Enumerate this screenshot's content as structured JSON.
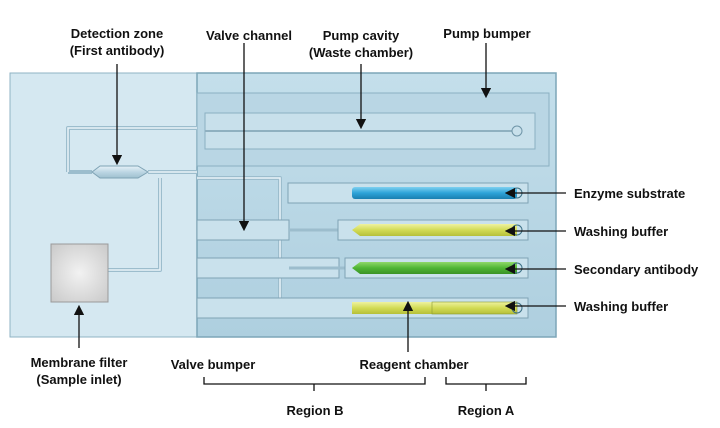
{
  "labels": {
    "detection_zone": [
      "Detection zone",
      "(First antibody)"
    ],
    "valve_channel": "Valve channel",
    "pump_cavity": [
      "Pump cavity",
      "(Waste chamber)"
    ],
    "pump_bumper": "Pump bumper",
    "enzyme_substrate": "Enzyme substrate",
    "washing_buffer_1": "Washing buffer",
    "secondary_antibody": "Secondary antibody",
    "washing_buffer_2": "Washing buffer",
    "membrane_filter": [
      "Membrane filter",
      "(Sample inlet)"
    ],
    "valve_bumper": "Valve bumper",
    "reagent_chamber": "Reagent chamber",
    "region_b": "Region B",
    "region_a": "Region A"
  },
  "colors": {
    "device_body": "#cfe4ef",
    "region_panel": "#b5d3e2",
    "channel": "#a9c9d8",
    "enzyme_substrate": "#3fa9d8",
    "washing_buffer": "#d4dd55",
    "secondary_antibody": "#55b93a",
    "reagent": "#cbe04a",
    "membrane": "#d9d9d9"
  }
}
